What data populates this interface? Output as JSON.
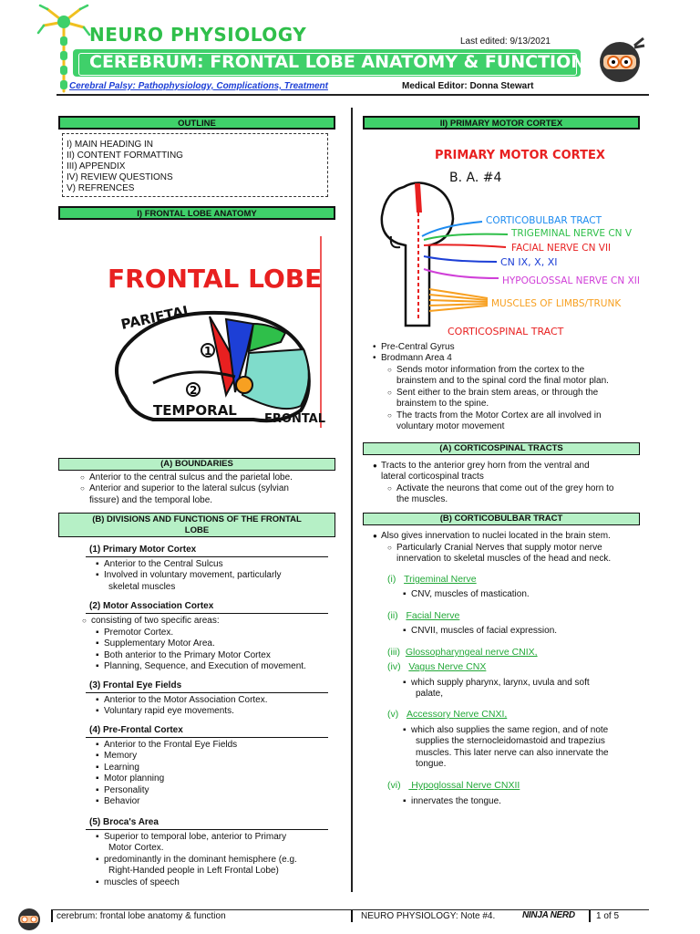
{
  "header": {
    "series": "NEURO PHYSIOLOGY",
    "last_edited": "Last edited: 9/13/2021",
    "title": "CEREBRUM: FRONTAL LOBE ANATOMY & FUNCTION",
    "related_link": "Cerebral Palsy:  Pathophysiology, Complications, Treatment",
    "editor": "Medical Editor: Donna Stewart"
  },
  "outline": {
    "heading": "OUTLINE",
    "items": [
      "I) MAIN HEADING IN",
      "II) CONTENT FORMATTING",
      "III) APPENDIX",
      "IV) REVIEW QUESTIONS",
      "V) REFRENCES"
    ]
  },
  "section1": {
    "heading": "I)  FRONTAL LOBE ANATOMY",
    "figure": {
      "title": "FRONTAL LOBE",
      "parietal": "PARIETAL",
      "temporal": "TEMPORAL",
      "frontal": "FRONTAL",
      "n1": "1",
      "n2": "2"
    },
    "boundaries": {
      "heading": "(A)  BOUNDARIES",
      "items": [
        "Anterior to the central sulcus and the parietal lobe.",
        "Anterior and superior to the lateral sulcus (sylvian",
        "fissure) and the temporal lobe."
      ]
    },
    "divisions": {
      "heading_1": "(B)  DIVISIONS AND FUNCTIONS OF THE FRONTAL",
      "heading_2": "LOBE",
      "pmc": {
        "title": "(1)  Primary Motor Cortex",
        "i1": "Anterior to the Central Sulcus",
        "i2": "Involved in voluntary movement, particularly",
        "i2b": "skeletal muscles"
      },
      "mac": {
        "title": "(2)  Motor Association Cortex",
        "intro": "consisting of two specific areas:",
        "i1": "Premotor Cortex.",
        "i2": "Supplementary Motor Area.",
        "i3": "Both anterior to the Primary Motor Cortex",
        "i4": "Planning, Sequence, and Execution of movement."
      },
      "fef": {
        "title": "(3)  Frontal Eye Fields",
        "i1": "Anterior to the Motor Association Cortex.",
        "i2": "Voluntary rapid eye movements."
      },
      "pfc": {
        "title": "(4)  Pre-Frontal Cortex",
        "items": [
          "Anterior to the Frontal Eye Fields",
          "Memory",
          "Learning",
          "Motor planning",
          "Personality",
          "Behavior"
        ]
      },
      "broca": {
        "title": "(5)  Broca's Area",
        "i1": "Superior to temporal lobe, anterior to Primary",
        "i1b": "Motor Cortex.",
        "i2": "predominantly in the dominant hemisphere (e.g.",
        "i2b": "Right-Handed people in Left Frontal Lobe)",
        "i3": "muscles of speech"
      }
    }
  },
  "section2": {
    "heading": "II)  PRIMARY MOTOR CORTEX",
    "figure": {
      "title": "PRIMARY MOTOR CORTEX",
      "ba": "B. A. #4",
      "labels": [
        "CORTICOBULBAR TRACT",
        "TRIGEMINAL NERVE CN V",
        "FACIAL NERVE  CN VII",
        "CN IX, X, XI",
        "HYPOGLOSSAL NERVE CN XII",
        "MUSCLES OF LIMBS/TRUNK"
      ],
      "bottom": "CORTICOSPINAL TRACT"
    },
    "bullets": {
      "b1": "Pre-Central Gyrus",
      "b2": "Brodmann Area 4"
    },
    "subs": [
      "Sends motor information from the cortex to the",
      "brainstem and to the spinal cord the final motor plan.",
      "Sent either to the brain stem areas, or through the",
      "brainstem to the spine.",
      "The tracts from the Motor Cortex are all involved in",
      "voluntary motor movement"
    ],
    "cst": {
      "heading": "(A)  CORTICOSPINAL TRACTS",
      "b1": "Tracts to the anterior grey horn from the ventral and",
      "b1b": "lateral corticospinal tracts",
      "s1": "Activate the neurons that come out of the grey horn to",
      "s1b": "the muscles."
    },
    "cbt": {
      "heading": "(B)  CORTICOBULBAR TRACT",
      "b1": "Also gives innervation to nuclei located in the brain stem.",
      "s1": "Particularly Cranial Nerves that supply motor nerve",
      "s1b": "innervation to skeletal muscles of the head and neck.",
      "n1": {
        "num": "(i)",
        "name": "Trigeminal Nerve",
        "d": "CNV, muscles of mastication."
      },
      "n2": {
        "num": "(ii)",
        "name": "Facial Nerve",
        "d": "CNVII, muscles of facial expression."
      },
      "n3": {
        "num": "(iii)",
        "name": "Glossopharyngeal nerve CNIX,"
      },
      "n4": {
        "num": "(iv)",
        "name": "Vagus Nerve CNX",
        "d": "which supply pharynx, larynx, uvula and soft",
        "d2": "palate,"
      },
      "n5": {
        "num": "(v)",
        "name": "Accessory Nerve CNXI,",
        "d": "which also supplies the same region, and of note",
        "d2": "supplies the sternocleidomastoid and trapezius",
        "d3": "muscles. This later nerve can also innervate the",
        "d4": "tongue."
      },
      "n6": {
        "num": "(vi)",
        "name": " Hypoglossal Nerve CNXII",
        "d": "innervates the tongue."
      }
    }
  },
  "footer": {
    "left": "cerebrum: frontal lobe anatomy & function",
    "mid": "NEURO PHYSIOLOGY: Note #4.",
    "logo": "NINJA NERD",
    "page": "1 of 5"
  },
  "colors": {
    "accent": "#3fd06a",
    "pale": "#b6f0c6",
    "red": "#e82020",
    "link": "#1d3fd6"
  }
}
